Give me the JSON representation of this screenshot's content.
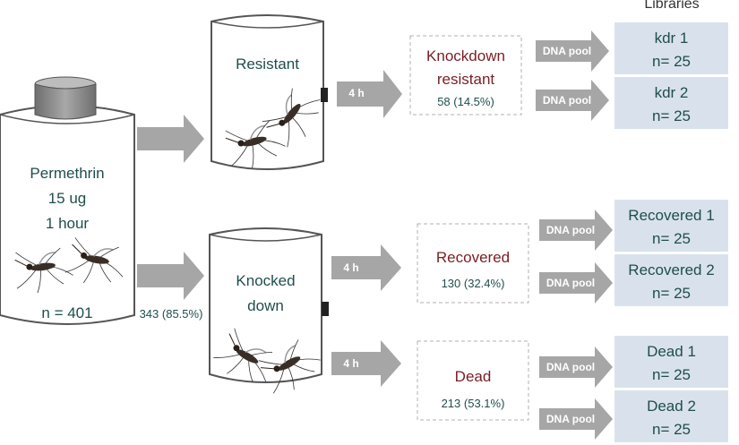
{
  "header": {
    "libraries_label": "Libraries"
  },
  "source": {
    "label_lines": [
      "Permethrin",
      "15 ug",
      "1 hour"
    ],
    "count": "n = 401"
  },
  "knocked_down_fraction": "343 (85.5%)",
  "jars": {
    "resistant": "Resistant",
    "knocked_down_lines": [
      "Knocked",
      "down"
    ]
  },
  "arrows": {
    "interval": "4 h",
    "pool": "DNA pool"
  },
  "outcomes": {
    "knockdown_resistant": {
      "lines": [
        "Knockdown",
        "resistant"
      ],
      "count": "58 (14.5%)"
    },
    "recovered": {
      "label": "Recovered",
      "count": "130 (32.4%)"
    },
    "dead": {
      "label": "Dead",
      "count": "213 (53.1%)"
    }
  },
  "libraries": [
    {
      "name": "kdr 1",
      "n": "n= 25"
    },
    {
      "name": "kdr 2",
      "n": "n= 25"
    },
    {
      "name": "Recovered 1",
      "n": "n= 25"
    },
    {
      "name": "Recovered 2",
      "n": "n= 25"
    },
    {
      "name": "Dead 1",
      "n": "n= 25"
    },
    {
      "name": "Dead 2",
      "n": "n= 25"
    }
  ],
  "colors": {
    "arrow": "#a6a6a6",
    "library_box": "#d9e2ec",
    "text_teal": "#1f4e4c",
    "text_red": "#7a1e24",
    "lid": "#8c8c8c"
  }
}
